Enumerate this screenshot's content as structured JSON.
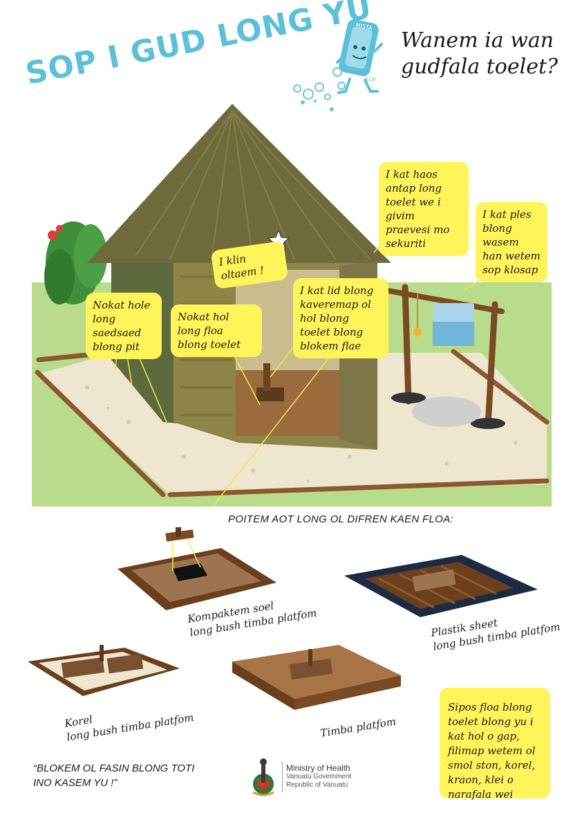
{
  "title": "SOP I GUD LONG YU",
  "mascot": {
    "top_label": "MISTA",
    "side_label": "SOP"
  },
  "question": "Wanem ia wan gudfala toelet?",
  "callouts": {
    "house": "I kat haos antap long toelet we i givim praevesi mo sekuriti",
    "wash": "I kat ples blong wasem han wetem sop klosap",
    "clean": "I klin oltaem !",
    "side_hole": "Nokat hole long saedsaed blong pit",
    "floor_hole": "Nokat hol long floa blong toelet",
    "lid": "I kat lid blong kaveremap ol hol blong toelet blong blokem flae"
  },
  "section_heading": "POITEM AOT LONG OL DIFREN KAEN FLOA:",
  "floors": [
    {
      "line1": "Kompaktem soel",
      "line2": "long bush timba platfom"
    },
    {
      "line1": "Plastik sheet",
      "line2": "long bush timba platfom"
    },
    {
      "line1": "Korel",
      "line2": "long bush timba platfom"
    },
    {
      "line1": "Timba platfom",
      "line2": ""
    }
  ],
  "quote_line1": "“BLOKEM OL FASIN BLONG TOTI",
  "quote_line2": "INO KASEM YU !”",
  "ministry": {
    "line1": "Ministry of Health",
    "line2": "Vanuatu Government",
    "line3": "Republic of Vanuatu"
  },
  "tip": "Sipos floa blong toelet blong yu i kat hol o gap, filimap wetem ol smol ston, korel, kraon, klei o narafala wei",
  "colors": {
    "accent_blue": "#5bc0d8",
    "bubble_yellow": "#fff45a",
    "grass": "#b9dc8c",
    "thatch": "#6e6a3c",
    "wall": "#8d8447",
    "wood": "#7a4a24"
  }
}
